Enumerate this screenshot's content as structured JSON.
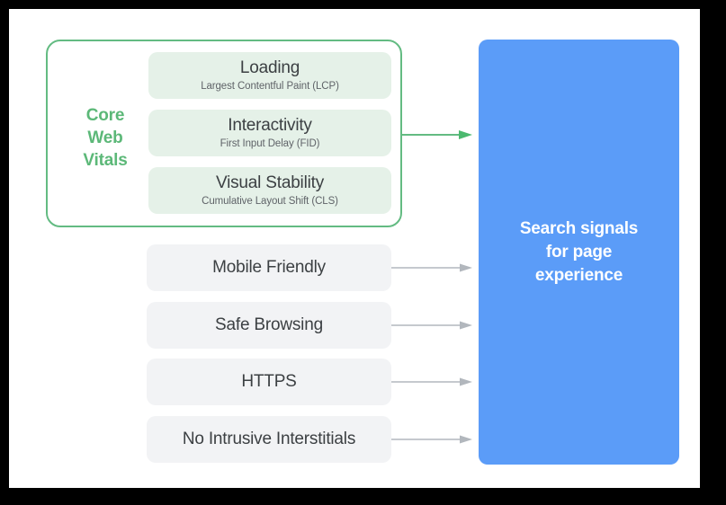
{
  "diagram": {
    "title": "Search signals for page experience",
    "colors": {
      "accent_green": "#5cb878",
      "border_green": "#63bb82",
      "vital_box_bg": "#e5f1e8",
      "signal_box_bg": "#f2f3f5",
      "panel_blue": "#5b9cf8",
      "arrow_gray": "#b2b7bd",
      "text_dark": "#3c4043",
      "text_muted": "#5f6368",
      "frame_black": "#000000",
      "canvas_white": "#ffffff"
    },
    "core_web_vitals": {
      "label": "Core Web Vitals",
      "label_lines": [
        "Core",
        "Web",
        "Vitals"
      ],
      "items": [
        {
          "title": "Loading",
          "subtitle": "Largest Contentful Paint (LCP)"
        },
        {
          "title": "Interactivity",
          "subtitle": "First Input Delay (FID)"
        },
        {
          "title": "Visual Stability",
          "subtitle": "Cumulative Layout Shift (CLS)"
        }
      ]
    },
    "other_signals": [
      {
        "label": "Mobile Friendly"
      },
      {
        "label": "Safe Browsing"
      },
      {
        "label": "HTTPS"
      },
      {
        "label": "No Intrusive Interstitials"
      }
    ],
    "outcome": {
      "lines": [
        "Search signals",
        "for page",
        "experience"
      ],
      "text": "Search signals for page experience"
    },
    "arrows": {
      "green_label": "core-web-vitals-arrow",
      "gray_label": "signal-arrow"
    }
  }
}
